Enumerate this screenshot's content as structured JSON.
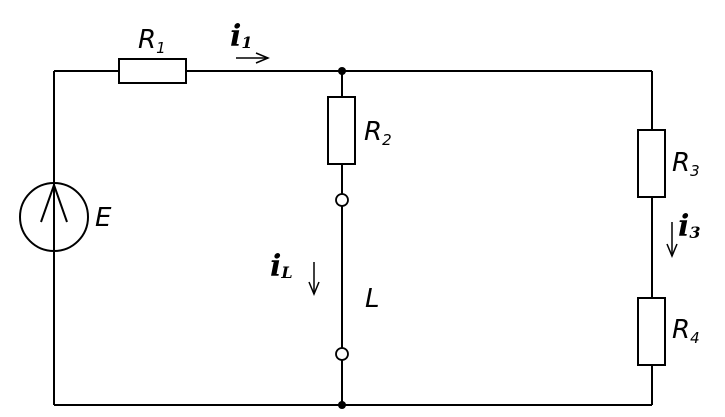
{
  "diagram": {
    "source": {
      "main": "E"
    },
    "resistors": [
      {
        "main": "R",
        "sub": "1"
      },
      {
        "main": "R",
        "sub": "2"
      },
      {
        "main": "R",
        "sub": "3"
      },
      {
        "main": "R",
        "sub": "4"
      }
    ],
    "inductor": {
      "main": "L"
    },
    "currents": [
      {
        "main": "i",
        "sub": "1"
      },
      {
        "main": "i",
        "sub": "L"
      },
      {
        "main": "i",
        "sub": "3"
      }
    ]
  }
}
